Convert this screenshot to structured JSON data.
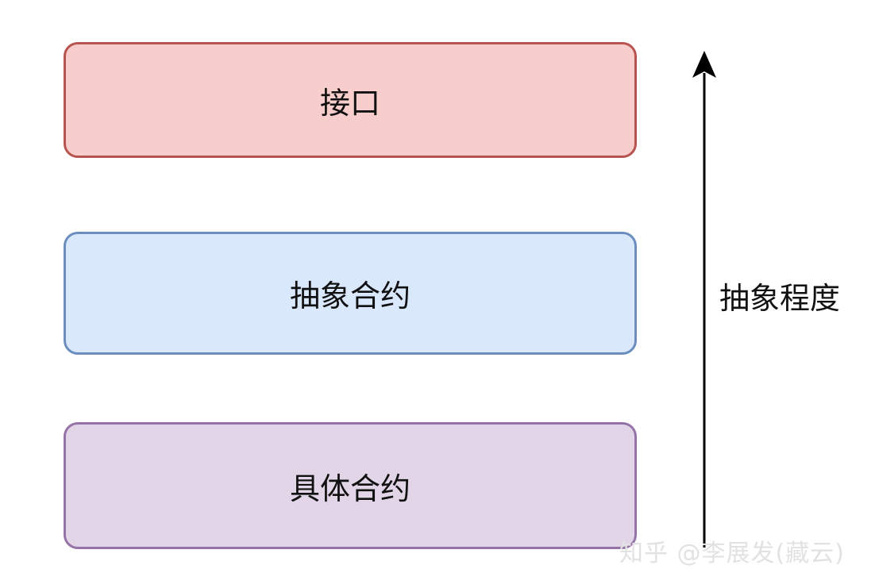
{
  "diagram": {
    "layers": [
      {
        "label": "接口",
        "fill": "#f8cecc",
        "stroke": "#b85450"
      },
      {
        "label": "抽象合约",
        "fill": "#dae8fc",
        "stroke": "#6c8ebf"
      },
      {
        "label": "具体合约",
        "fill": "#e1d5e7",
        "stroke": "#9673a6"
      }
    ],
    "axis": {
      "label": "抽象程度",
      "direction": "up",
      "color": "#000000"
    }
  },
  "watermark": {
    "text": "知乎 @李展发(藏云)"
  }
}
